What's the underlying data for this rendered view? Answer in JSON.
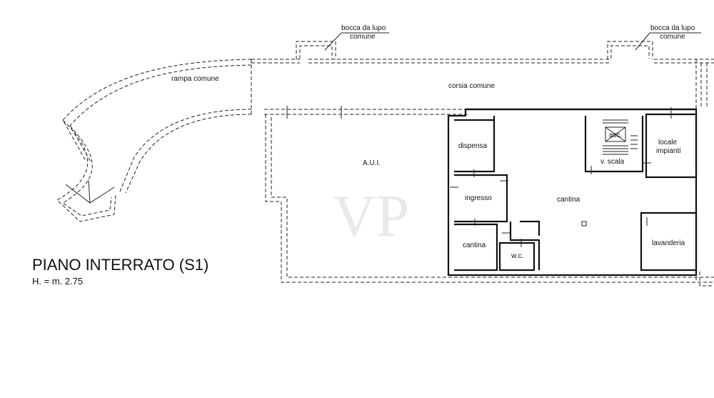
{
  "title": "PIANO INTERRATO (S1)",
  "height_note": "H. = m. 2.75",
  "watermark": "VP",
  "labels": {
    "bocca_left": "bocca da lupo",
    "comune_left": "comune",
    "bocca_right": "bocca da lupo",
    "comune_right": "comune",
    "rampa": "rampa comune",
    "corsia": "corsia  comune",
    "aui": "A.U.I.",
    "dispensa": "dispensa",
    "ingresso": "ingresso",
    "cantina_small": "cantina",
    "wc": "w.c.",
    "cantina_main": "cantina",
    "asc": "asc.",
    "v_scala": "v. scala",
    "locale": "locale",
    "impianti": "impianti",
    "lavanderia": "lavanderia"
  }
}
